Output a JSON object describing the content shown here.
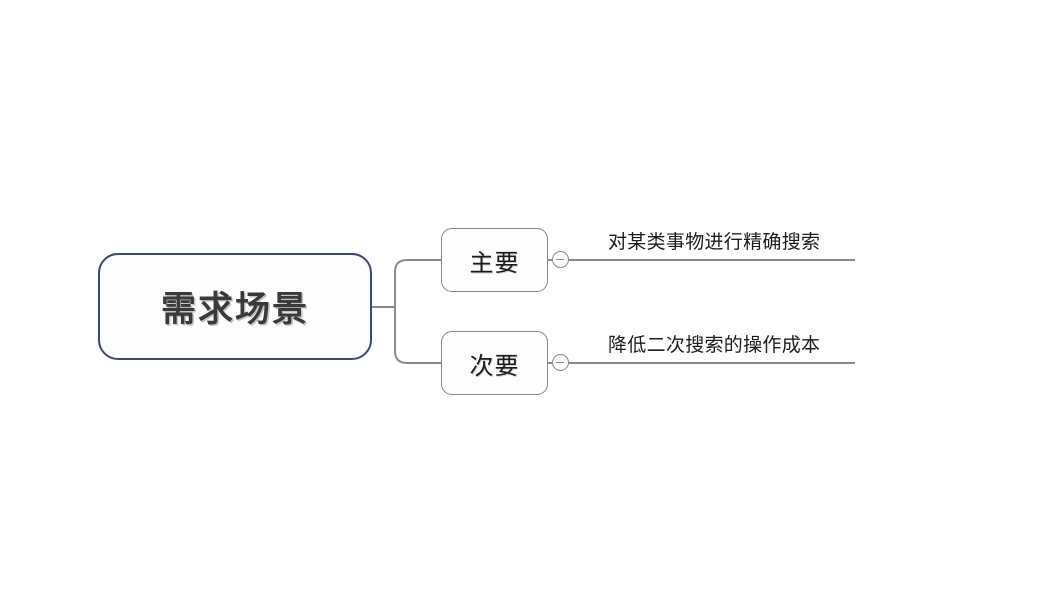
{
  "diagram": {
    "type": "mind-map",
    "title": "需求场景",
    "background_color": "#ffffff",
    "root": {
      "label": "需求场景",
      "border_color": "#3f4a6b",
      "fill_color": "#fdfdfd",
      "text_color": "#3a3a3a"
    },
    "branches": [
      {
        "label": "主要",
        "border_color": "#888888",
        "toggle_icon": "collapse-minus-icon",
        "toggle_state": "expanded",
        "leaf": {
          "text": "对某类事物进行精确搜索",
          "underline_color": "#8a8a8e"
        }
      },
      {
        "label": "次要",
        "border_color": "#888888",
        "toggle_icon": "collapse-minus-icon",
        "toggle_state": "expanded",
        "leaf": {
          "text": "降低二次搜索的操作成本",
          "underline_color": "#8a8a8e"
        }
      }
    ],
    "connector_color": "#8a8a8e"
  }
}
